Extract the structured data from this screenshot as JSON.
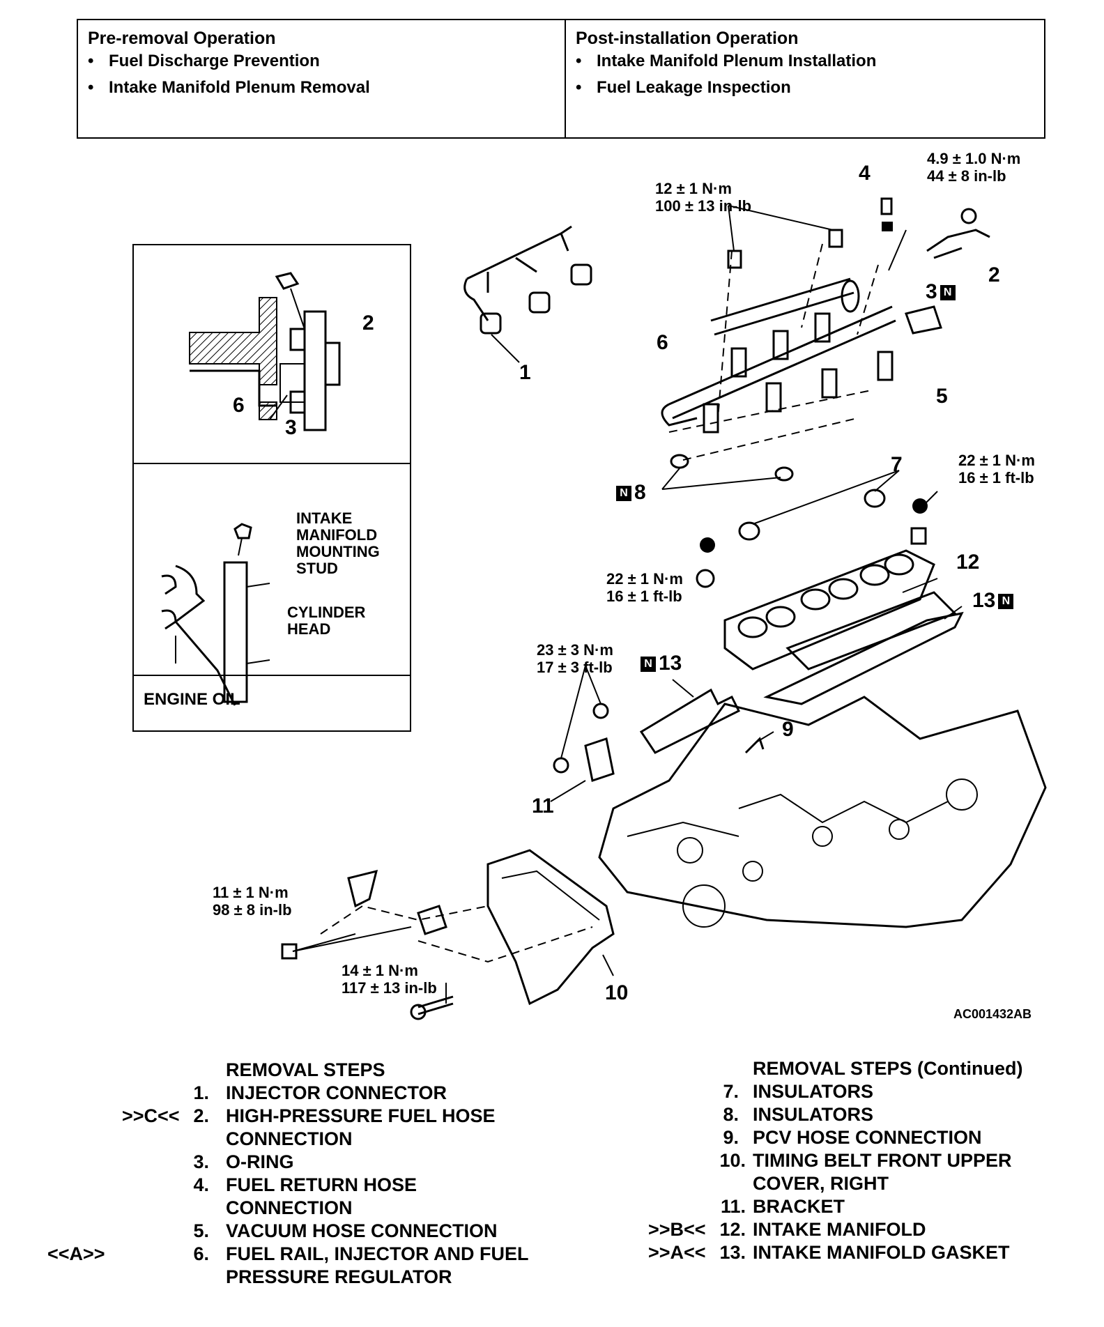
{
  "ops": {
    "pre_title": "Pre-removal Operation",
    "pre_items": [
      "Fuel Discharge Prevention",
      "Intake Manifold Plenum Removal"
    ],
    "post_title": "Post-installation Operation",
    "post_items": [
      "Intake Manifold Plenum Installation",
      "Fuel Leakage Inspection"
    ]
  },
  "torques": {
    "t1": [
      "4.9 ± 1.0 N·m",
      "44 ± 8 in-lb"
    ],
    "t2": [
      "12 ± 1 N·m",
      "100 ± 13 in-lb"
    ],
    "t3": [
      "22 ± 1 N·m",
      "16 ± 1 ft-lb"
    ],
    "t4": [
      "22 ± 1 N·m",
      "16 ± 1 ft-lb"
    ],
    "t5": [
      "23 ± 3 N·m",
      "17 ± 3 ft-lb"
    ],
    "t6": [
      "11 ± 1 N·m",
      "98 ± 8 in-lb"
    ],
    "t7": [
      "14 ± 1 N·m",
      "117 ± 13 in-lb"
    ]
  },
  "callouts": {
    "c1": "1",
    "c2": "2",
    "c3": "3",
    "c4": "4",
    "c5": "5",
    "c6": "6",
    "c7": "7",
    "c8": "8",
    "c9": "9",
    "c10": "10",
    "c11": "11",
    "c12": "12",
    "c13a": "13",
    "c13b": "13",
    "n_box": "N"
  },
  "inset": {
    "top_labels": {
      "l2": "2",
      "l3": "3",
      "l6": "6"
    },
    "stud_label": [
      "INTAKE",
      "MANIFOLD",
      "MOUNTING",
      "STUD"
    ],
    "head_label": [
      "CYLINDER",
      "HEAD"
    ],
    "footer": "ENGINE OIL"
  },
  "figure_id": "AC001432AB",
  "removal_left": {
    "title": "REMOVAL STEPS",
    "steps": [
      {
        "mark": "",
        "num": "1.",
        "lines": [
          "INJECTOR CONNECTOR"
        ]
      },
      {
        "mark": ">>C<<",
        "num": "2.",
        "lines": [
          "HIGH-PRESSURE FUEL HOSE",
          "CONNECTION"
        ]
      },
      {
        "mark": "",
        "num": "3.",
        "lines": [
          "O-RING"
        ]
      },
      {
        "mark": "",
        "num": "4.",
        "lines": [
          "FUEL RETURN HOSE",
          "CONNECTION"
        ]
      },
      {
        "mark": "",
        "num": "5.",
        "lines": [
          "VACUUM HOSE CONNECTION"
        ]
      },
      {
        "mark": "<<A>>",
        "num": "6.",
        "lines": [
          "FUEL RAIL, INJECTOR AND FUEL",
          "PRESSURE REGULATOR"
        ]
      }
    ]
  },
  "removal_right": {
    "title": "REMOVAL STEPS (Continued)",
    "steps": [
      {
        "mark": "",
        "num": "7.",
        "lines": [
          "INSULATORS"
        ]
      },
      {
        "mark": "",
        "num": "8.",
        "lines": [
          "INSULATORS"
        ]
      },
      {
        "mark": "",
        "num": "9.",
        "lines": [
          "PCV HOSE CONNECTION"
        ]
      },
      {
        "mark": "",
        "num": "10.",
        "lines": [
          "TIMING BELT FRONT UPPER",
          "COVER, RIGHT"
        ]
      },
      {
        "mark": "",
        "num": "11.",
        "lines": [
          "BRACKET"
        ]
      },
      {
        "mark": ">>B<<",
        "num": "12.",
        "lines": [
          "INTAKE MANIFOLD"
        ]
      },
      {
        "mark": ">>A<<",
        "num": "13.",
        "lines": [
          "INTAKE MANIFOLD GASKET"
        ]
      }
    ]
  }
}
